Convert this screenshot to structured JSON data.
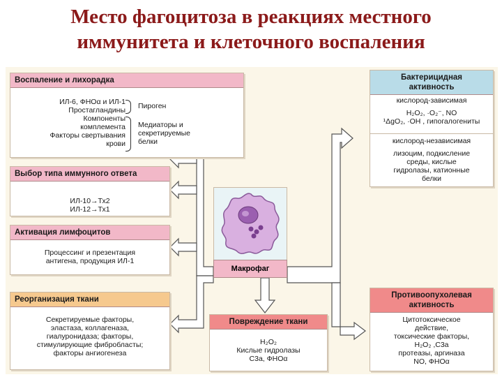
{
  "title": {
    "line1": "Место фагоцитоза в реакциях местного",
    "line2": "иммунитета и клеточного воспаления"
  },
  "colors": {
    "title": "#8b1a1a",
    "pink_header": "#f2b8c8",
    "blue_header": "#b9dce8",
    "orange_header": "#f6c98e",
    "red_header": "#f08a8a",
    "arrow": "#ffffff",
    "cell_body": "#d9b0e0",
    "nucleus": "#9b5fb0"
  },
  "boxes": {
    "inflammation": {
      "header": "Воспаление и лихорадка",
      "left_lines": [
        "ИЛ-6, ФНОα и ИЛ-1",
        "Простагландины",
        "Компоненты",
        "комплемента",
        "Факторы свертывания",
        "крови"
      ],
      "pyrogen": "Пироген",
      "mediators": [
        "Медиаторы и",
        "секретируемые",
        "белки"
      ]
    },
    "response_type": {
      "header": "Выбор типа иммунного ответа",
      "lines": [
        "ИЛ-10→Тх2",
        "ИЛ-12→Тх1"
      ]
    },
    "lymphocyte": {
      "header": "Активация лимфоцитов",
      "lines": [
        "Процессинг и презентация",
        "антигена, продукция ИЛ-1"
      ]
    },
    "tissue_reorg": {
      "header": "Реорганизация ткани",
      "lines": [
        "Секретируемые факторы,",
        "эластаза, коллагеназа,",
        "гиалуронидаза; факторы,",
        "стимулирующие фибробласты;",
        "факторы ангиогенеза"
      ]
    },
    "bactericidal": {
      "header": [
        "Бактерицидная",
        "активность"
      ],
      "oxygen_dependent": "кислород-зависимая",
      "formula_line1": "H₂O₂,  ·O₂⁻,  NO",
      "formula_line2": "¹ΔgO₂,  ·OH ,  гипогалогениты",
      "oxygen_independent": "кислород-независимая",
      "independent_lines": [
        "лизоцим, подкисление",
        "среды, кислые",
        "гидролазы, катионные",
        "белки"
      ]
    },
    "antitumor": {
      "header": [
        "Противоопухолевая",
        "активность"
      ],
      "lines": [
        "Цитотоксическое",
        "действие,",
        "токсические факторы,",
        "H₂O₂ ,C3a",
        "протеазы, аргиназа",
        "NO, ФНОα"
      ]
    },
    "tissue_damage": {
      "header": "Повреждение ткани",
      "lines": [
        "H₂O₂",
        "Кислые гидролазы",
        "C3a, ФНОα"
      ]
    }
  },
  "macrophage": {
    "label": "Макрофаг"
  }
}
